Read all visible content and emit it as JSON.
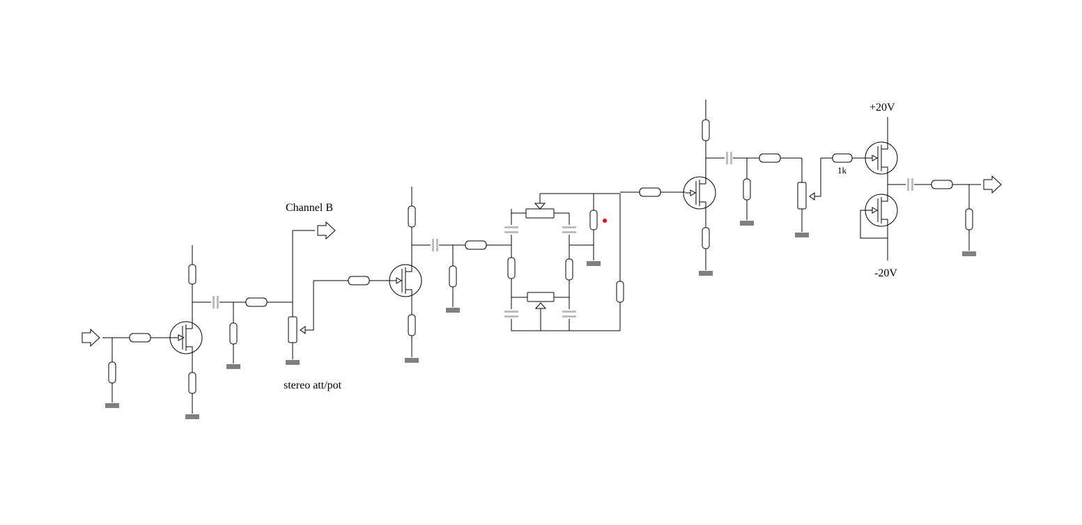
{
  "labels": {
    "channel_b": "Channel B",
    "stereo_att_pot": "stereo att/pot",
    "plus_20v": "+20V",
    "minus_20v": "-20V",
    "r_1k": "1k"
  },
  "colors": {
    "wire": "#000000",
    "ground": "#808080",
    "capacitor": "#bdbdbd",
    "marker": "#ff0000"
  }
}
